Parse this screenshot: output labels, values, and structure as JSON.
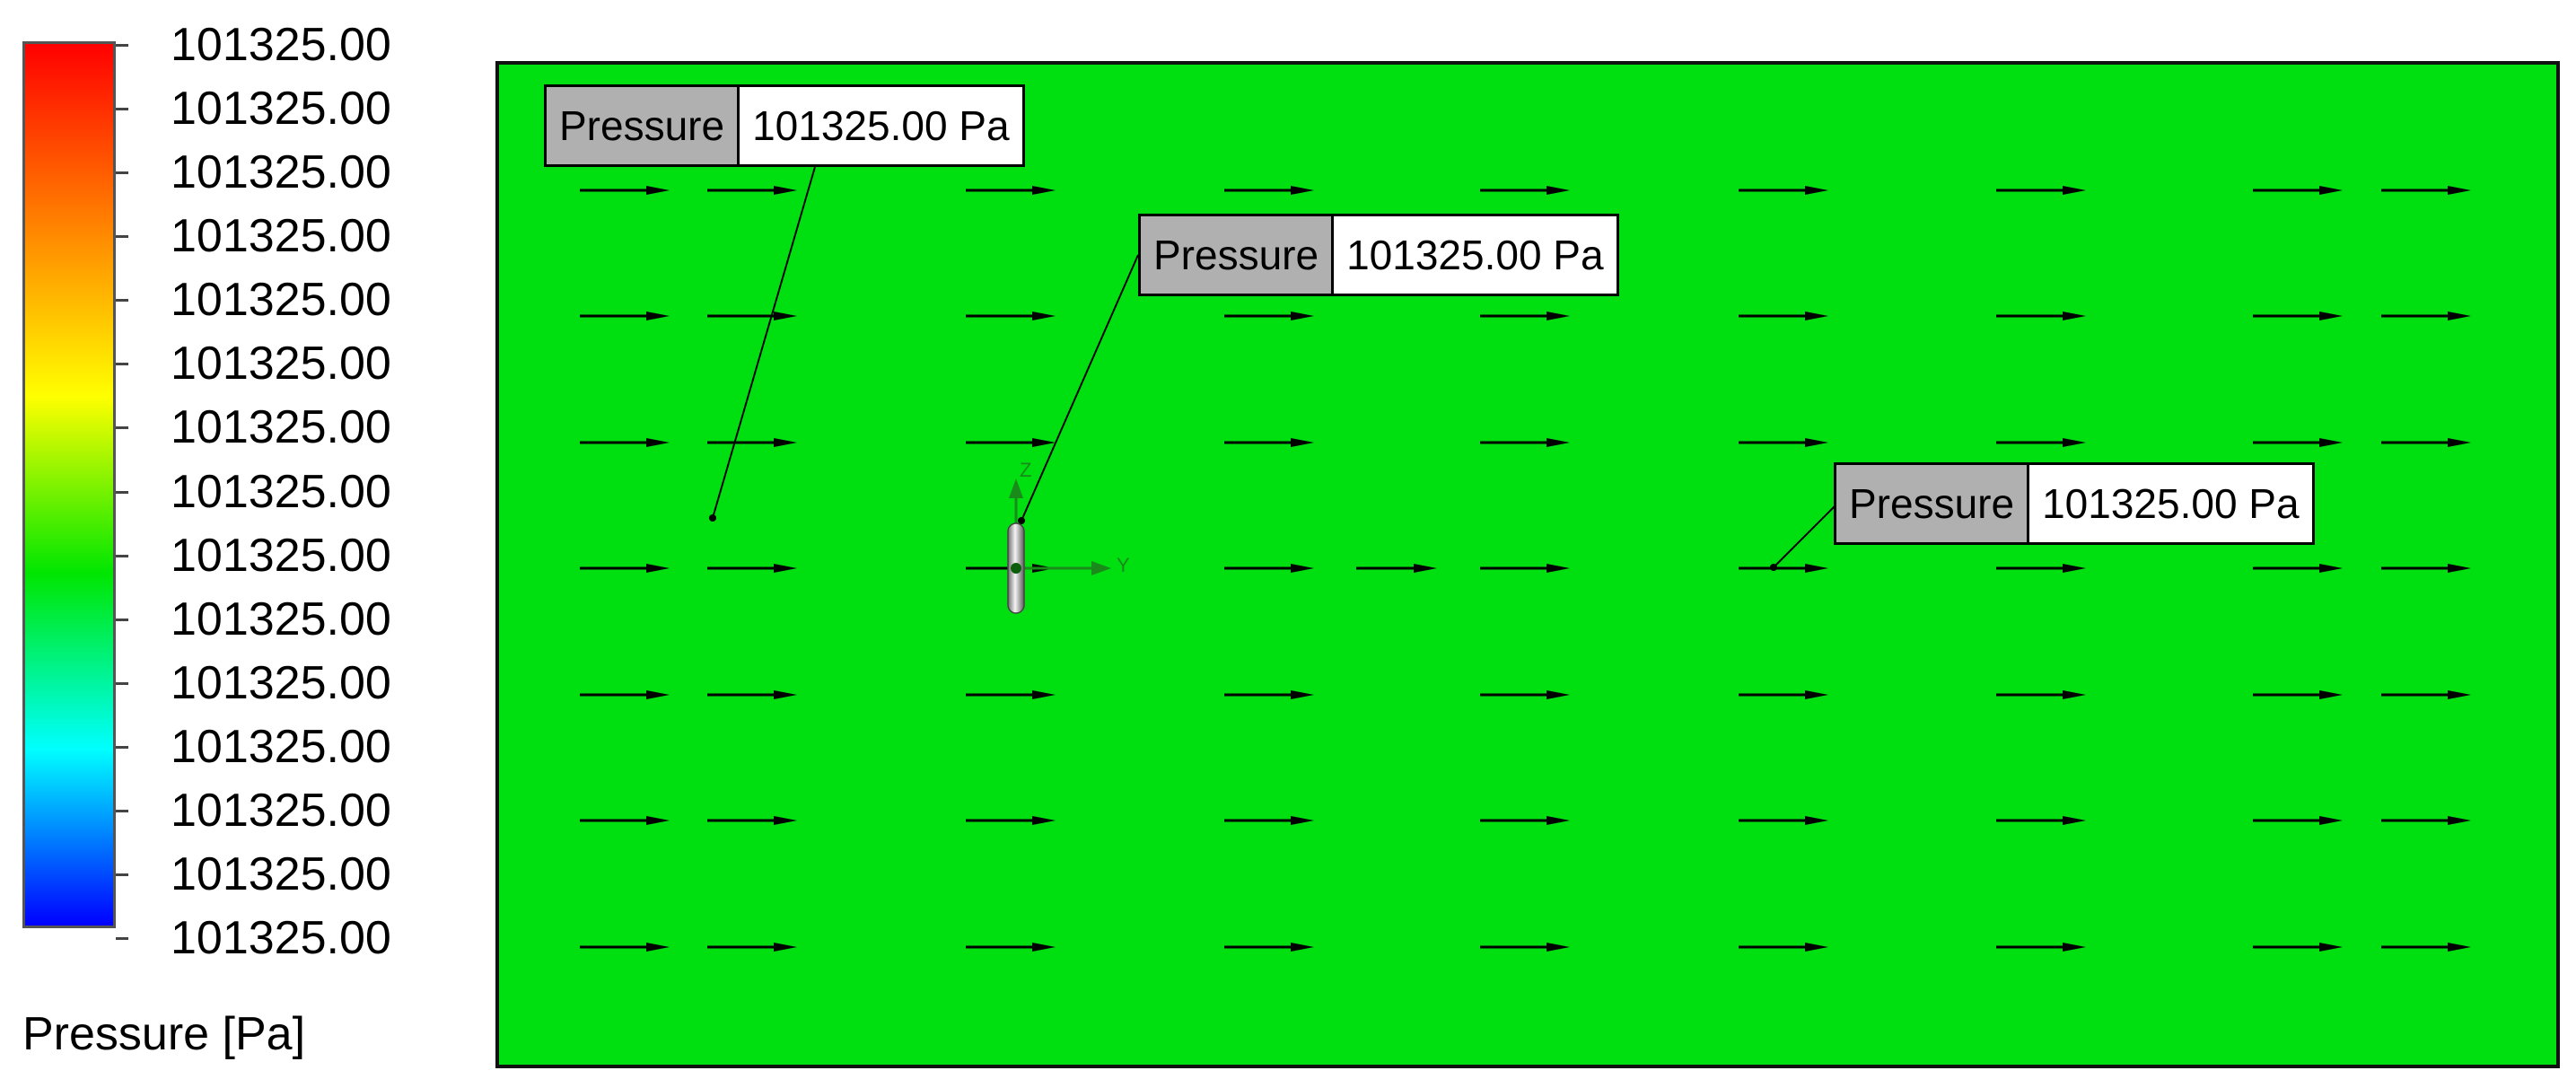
{
  "legend": {
    "title": "Pressure [Pa]",
    "labels": [
      "101325.00",
      "101325.00",
      "101325.00",
      "101325.00",
      "101325.00",
      "101325.00",
      "101325.00",
      "101325.00",
      "101325.00",
      "101325.00",
      "101325.00",
      "101325.00",
      "101325.00",
      "101325.00",
      "101325.00"
    ],
    "gradient_colors": [
      "#ff0000",
      "#ff7f00",
      "#ffff00",
      "#00e600",
      "#00ffff",
      "#0000ff"
    ]
  },
  "field": {
    "fill_color": "#00e010",
    "vector_color": "#000000"
  },
  "probes": [
    {
      "name": "Pressure",
      "value": "101325.00 Pa"
    },
    {
      "name": "Pressure",
      "value": "101325.00 Pa"
    },
    {
      "name": "Pressure",
      "value": "101325.00 Pa"
    }
  ],
  "triad": {
    "z_label": "Z",
    "y_label": "Y"
  }
}
